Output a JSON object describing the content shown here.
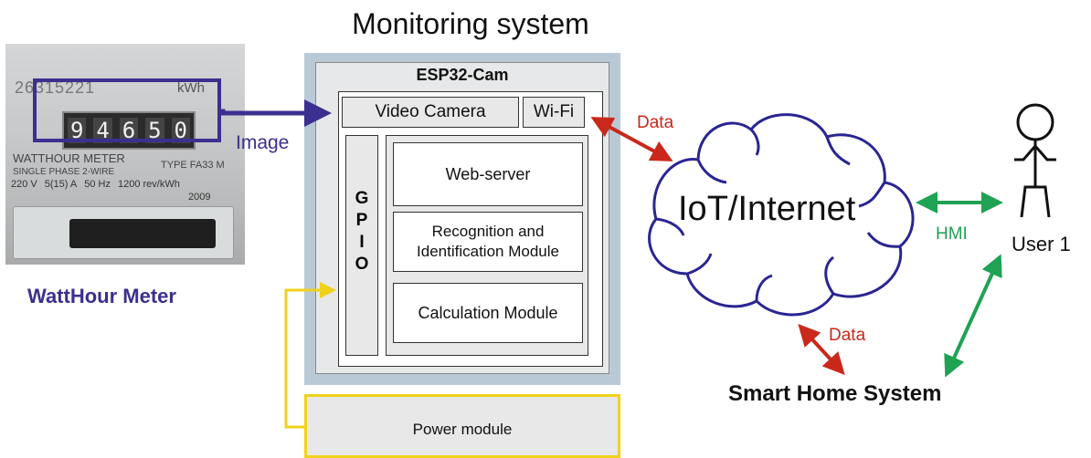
{
  "title": "Monitoring system",
  "meter": {
    "label": "WattHour Meter",
    "serial": "26315221",
    "unit": "kWh",
    "dial_digits": [
      "9",
      "4",
      "6",
      "5",
      "0"
    ],
    "line1": "WATTHOUR METER",
    "line2": "SINGLE PHASE 2-WIRE",
    "row1": [
      "220 V",
      "5(15) A",
      "50 Hz",
      "1200 rev/kWh"
    ],
    "row2": [
      "TYPE FA33 M"
    ],
    "row3": [
      "2009"
    ]
  },
  "esp": {
    "title": "ESP32-Cam",
    "video_camera": "Video Camera",
    "wifi": "Wi-Fi",
    "gpio_letters": [
      "G",
      "P",
      "I",
      "O"
    ],
    "web_server": "Web-server",
    "recognition_line1": "Recognition and",
    "recognition_line2": "Identification Module",
    "calculation": "Calculation Module",
    "power": "Power module"
  },
  "labels": {
    "image": "Image",
    "data_top": "Data",
    "data_bottom": "Data",
    "hmi": "HMI",
    "cloud": "IoT/Internet",
    "user": "User 1",
    "smart_home": "Smart Home System"
  },
  "colors": {
    "meter_accent": "#3b2f8f",
    "data_arrow": "#c9281a",
    "hmi_arrow": "#1fa253",
    "power_line": "#f0d21a",
    "cloud_stroke": "#2a2592",
    "system_frame": "#b9cad6"
  }
}
